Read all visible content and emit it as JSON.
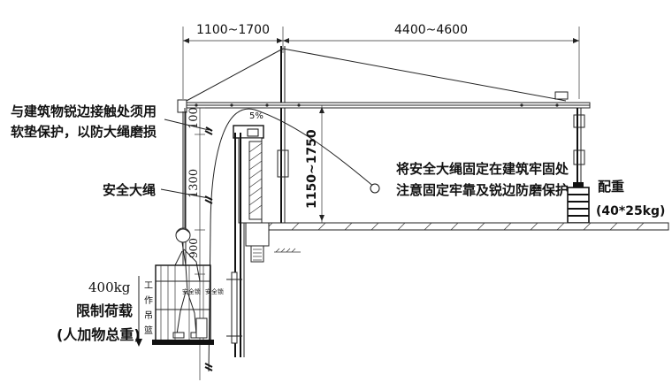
{
  "dimensions": {
    "top_left": "1100~1700",
    "top_right": "4400~4600",
    "height_beam": "1150~1750",
    "v_100": "100",
    "v_1300": "1300",
    "v_900": "900",
    "slope": "5%"
  },
  "labels": {
    "soft_pad_line1": "与建筑物锐边接触处须用",
    "soft_pad_line2": "软垫保护，以防大绳磨损",
    "safety_rope": "安全大绳",
    "fix_note_line1": "将安全大绳固定在建筑牢固处",
    "fix_note_line2": "注意固定牢靠及锐边防磨保护",
    "counterweight_line1": "配重",
    "counterweight_line2": "(40*25kg)",
    "load_line1": "400kg",
    "load_line2": "限制荷载",
    "load_line3": "(人加物总重)",
    "platform_chars": [
      "工",
      "作",
      "吊",
      "篮"
    ],
    "safety_lock_1": "安全锁",
    "safety_lock_2": "安全锁"
  }
}
